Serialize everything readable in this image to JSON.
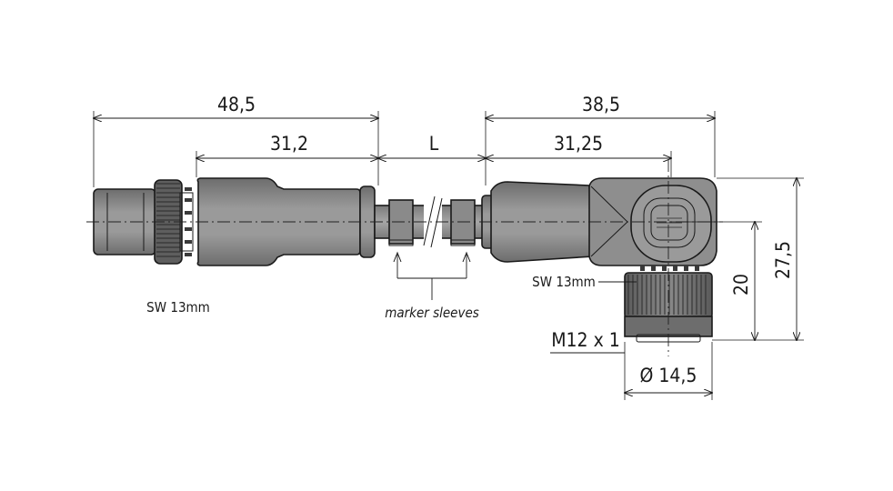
{
  "dimensions": {
    "overall_left": "48,5",
    "overall_right": "38,5",
    "inner_left": "31,2",
    "cable_length": "L",
    "inner_right": "31,25",
    "height_total": "27,5",
    "height_partial": "20",
    "diameter": "Ø 14,5"
  },
  "labels": {
    "wrench_left": "SW 13mm",
    "wrench_right": "SW 13mm",
    "thread": "M12 x 1",
    "marker": "marker sleeves"
  },
  "colors": {
    "body_fill": "#8c8c8c",
    "dark_fill": "#5e5e5e",
    "light_fill": "#a9a9a9",
    "line": "#1a1a1a"
  }
}
